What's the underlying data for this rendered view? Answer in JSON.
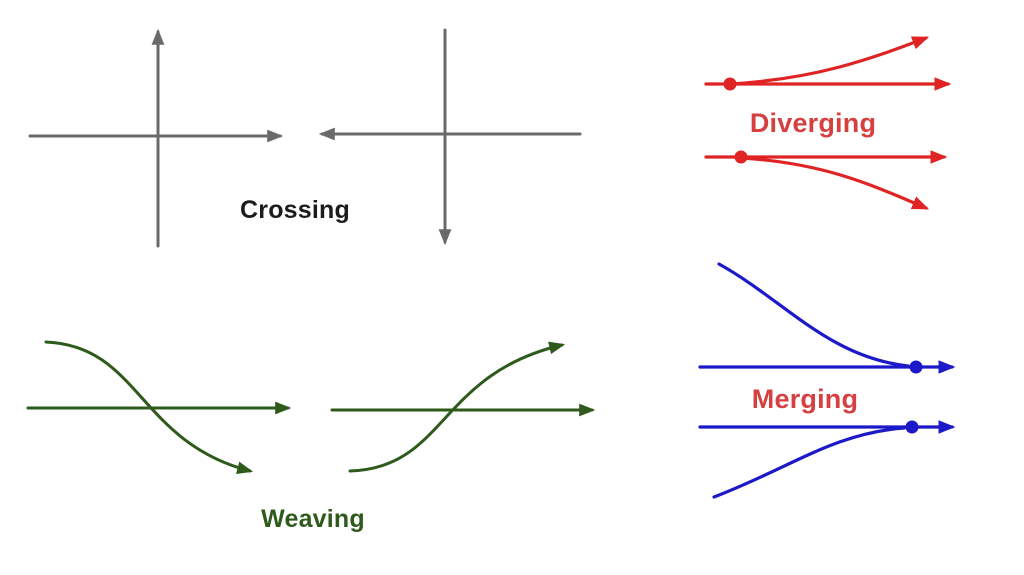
{
  "labels": {
    "crossing": "Crossing",
    "weaving": "Weaving",
    "diverging": "Diverging",
    "merging": "Merging"
  },
  "colors": {
    "crossing": "#6a6a6a",
    "weaving": "#2e5a1b",
    "diverging": "#e02424",
    "merging": "#1c19c9",
    "label_dark": "#1c1c1c",
    "label_green": "#2e5a1b",
    "label_red": "#d64040"
  },
  "icons": {
    "arrowhead": "arrow-head-icon",
    "junction_dot": "junction-dot-icon"
  }
}
